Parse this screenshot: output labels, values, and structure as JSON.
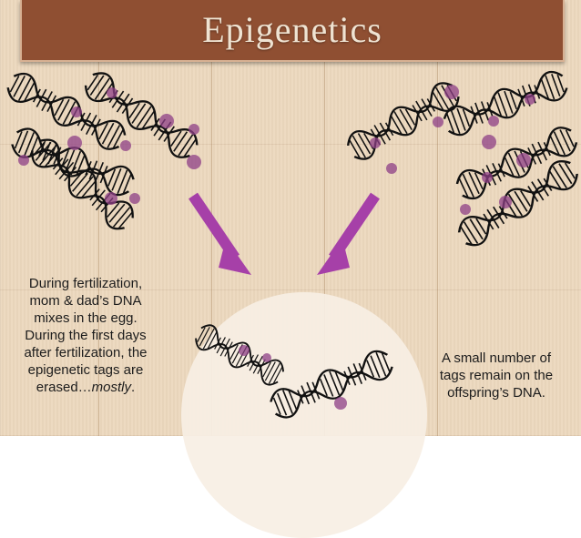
{
  "title": "Epigenetics",
  "left_caption": {
    "lines": [
      "During fertilization,",
      "mom & dad’s DNA",
      "mixes in the egg.",
      "During the first days",
      "after fertilization, the",
      "epigenetic tags are"
    ],
    "last_line_prefix": "erased…",
    "last_line_emphasis": "mostly",
    "last_line_suffix": "."
  },
  "right_caption": {
    "lines": [
      "A small number of",
      "tags remain on the",
      "offspring’s DNA."
    ]
  },
  "colors": {
    "title_bar": "#8f4f32",
    "arrow": "#a640a8",
    "tag": "#8d3f86",
    "background": "#ecd8be"
  }
}
